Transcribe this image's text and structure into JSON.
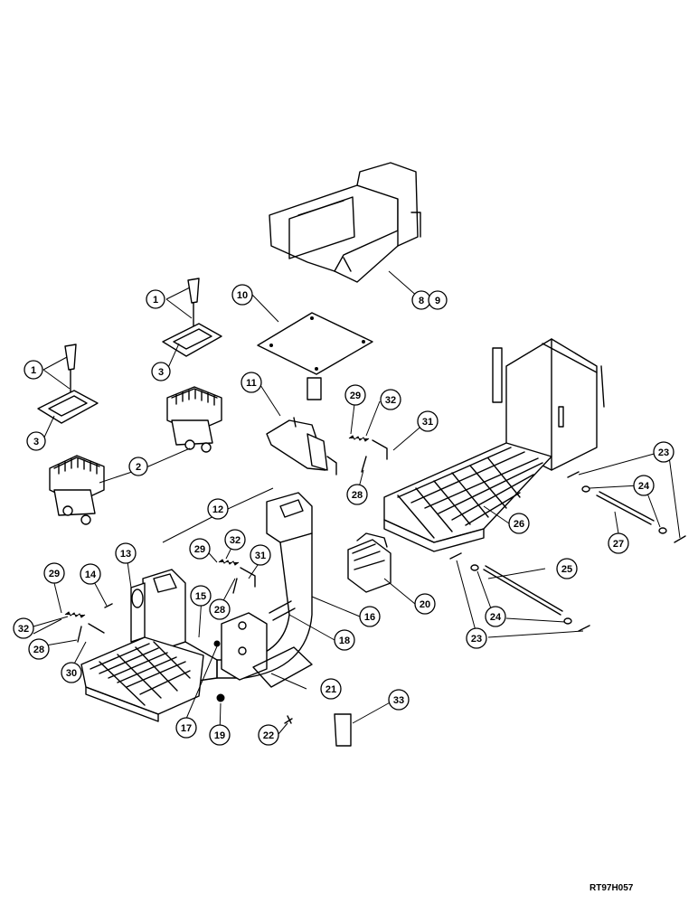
{
  "reference_code": "RT97H057",
  "callouts": [
    "1",
    "1",
    "2",
    "3",
    "3",
    "8",
    "9",
    "10",
    "11",
    "12",
    "13",
    "14",
    "15",
    "16",
    "17",
    "18",
    "19",
    "20",
    "21",
    "22",
    "23",
    "23",
    "24",
    "24",
    "25",
    "26",
    "27",
    "28",
    "28",
    "28",
    "29",
    "29",
    "29",
    "30",
    "31",
    "31",
    "32",
    "32",
    "32",
    "33"
  ]
}
